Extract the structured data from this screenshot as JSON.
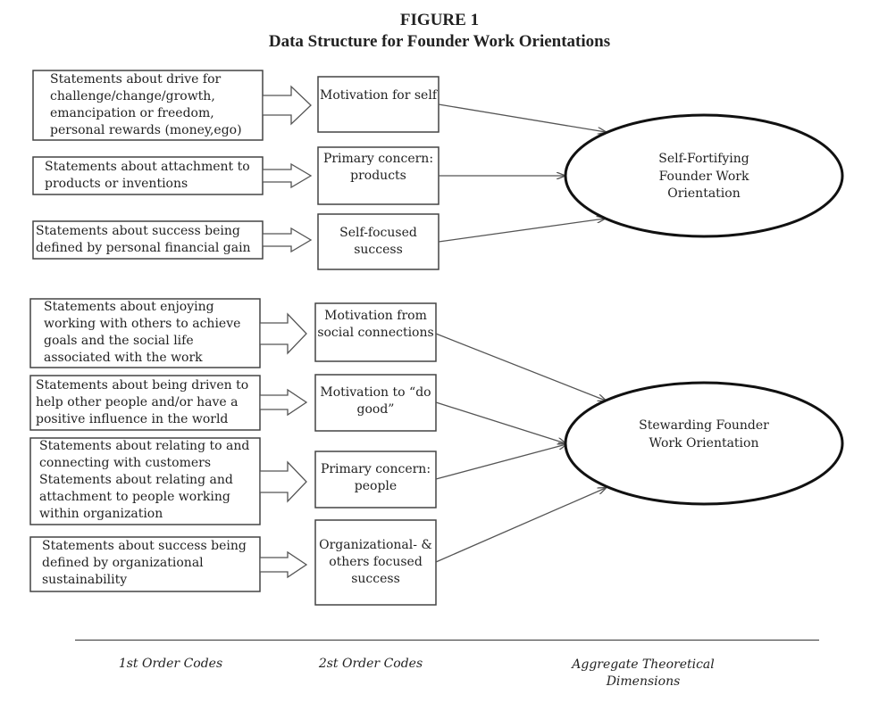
{
  "figure": {
    "number": "FIGURE 1",
    "title": "Data Structure for Founder Work Orientations"
  },
  "first_order_codes": [
    "Statements about drive for challenge/change/growth, emancipation or freedom, personal rewards (money,ego)",
    "Statements about attachment to products or inventions",
    "Statements about success being defined by personal financial gain",
    "Statements about enjoying working with others to achieve goals and the social life associated with the work",
    "Statements about being driven to help other people and/or have a positive influence in the world",
    "Statements about relating to and connecting with customers Statements about relating and attachment to people working within organization",
    "Statements about success being defined by organizational sustainability"
  ],
  "second_order_codes": [
    "Motivation for self",
    "Primary concern: products",
    "Self-focused success",
    "Motivation from social connections",
    "Motivation to “do good”",
    "Primary concern: people",
    "Organizational- & others focused success"
  ],
  "aggregate_dimensions": [
    "Self-Fortifying Founder Work Orientation",
    "Stewarding Founder Work Orientation"
  ],
  "footer": {
    "col1": "1st Order Codes",
    "col2": "2st Order Codes",
    "col3": "Aggregate Theoretical Dimensions"
  }
}
